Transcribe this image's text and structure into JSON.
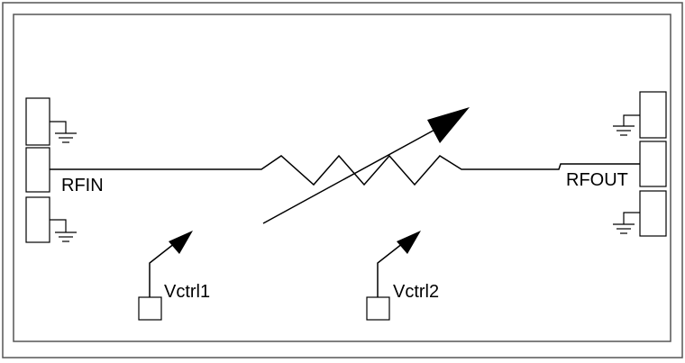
{
  "labels": {
    "rf_in": "RFIN",
    "rf_out": "RFOUT",
    "vctrl1": "Vctrl1",
    "vctrl2": "Vctrl2"
  },
  "colors": {
    "line": "#000000",
    "background": "#ffffff",
    "frame": "#555555"
  }
}
